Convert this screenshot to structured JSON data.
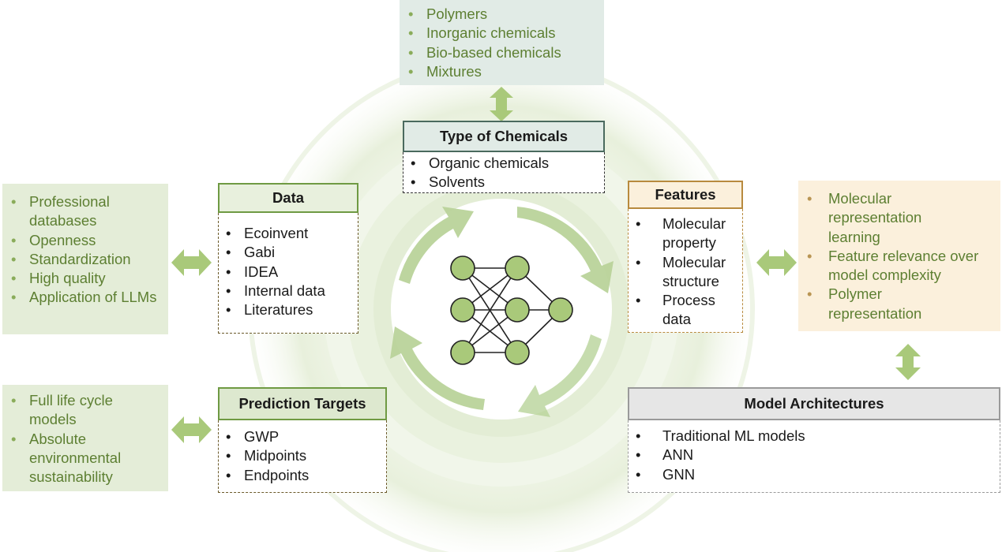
{
  "chemical_examples": [
    "Polymers",
    "Inorganic chemicals",
    "Bio-based chemicals",
    "Mixtures"
  ],
  "type_of_chemicals": {
    "title": "Type of Chemicals",
    "items": [
      "Organic chemicals",
      "Solvents"
    ]
  },
  "data_sources": [
    "Professional databases",
    "Openness",
    "Standardization",
    "High quality",
    "Application of LLMs"
  ],
  "data": {
    "title": "Data",
    "items": [
      "Ecoinvent",
      "Gabi",
      "IDEA",
      "Internal data",
      "Literatures"
    ]
  },
  "target_notes": [
    "Full life cycle models",
    "Absolute environmental sustainability"
  ],
  "prediction_targets": {
    "title": "Prediction Targets",
    "items": [
      "GWP",
      "Midpoints",
      "Endpoints"
    ]
  },
  "features": {
    "title": "Features",
    "items": [
      "Molecular property",
      "Molecular structure",
      "Process data"
    ]
  },
  "feature_notes": [
    "Molecular representation learning",
    "Feature relevance over model complexity",
    "Polymer representation"
  ],
  "model_architectures": {
    "title": "Model Architectures",
    "items": [
      "Traditional ML models",
      "ANN",
      "GNN"
    ]
  },
  "colors": {
    "green_box": "#e4edd8",
    "green_text": "#5d7f32",
    "teal_box": "#e1ebe6",
    "tan_box": "#fbf0dc",
    "features_border": "#b88a3e",
    "model_header": "#e6e6e6",
    "node_fill": "#a9c97a"
  },
  "icons": [
    "double-arrow-icon",
    "circular-arrows-icon",
    "neural-network-icon"
  ]
}
